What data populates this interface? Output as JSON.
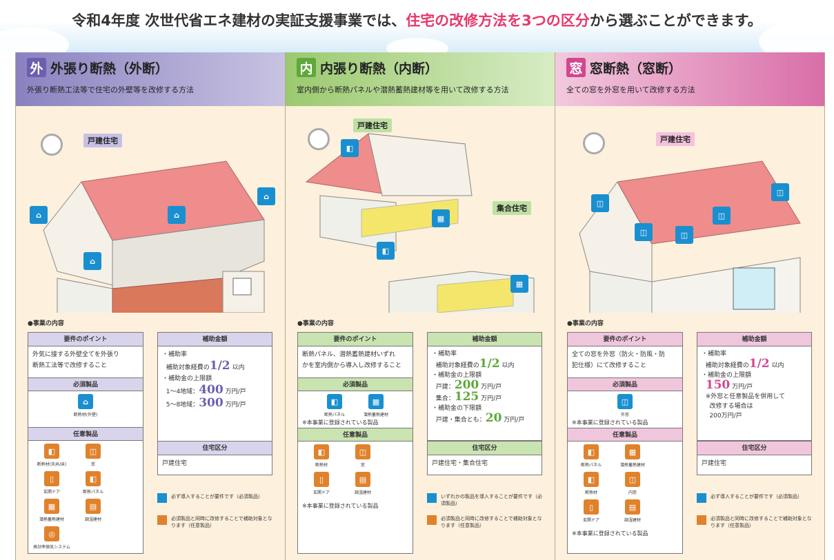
{
  "headline": {
    "pre": "令和4年度 次世代省エネ建材の実証支援事業では、",
    "hl": "住宅の改修方法を3つの区分",
    "post": "から選ぶことができます。"
  },
  "colors": {
    "blue": "#1a8fd0",
    "orange": "#e0822c",
    "purple": "#9a8fc7",
    "green": "#7fbb4c",
    "pink": "#d86aa3",
    "roof": "#ef8c8c"
  },
  "common": {
    "section": "●事業の内容",
    "req_head": "要件のポイント",
    "sub_head": "補助金額",
    "must_head": "必須製品",
    "opt_head": "任意製品",
    "type_head": "住宅区分",
    "rate": "・補助率",
    "rate_text": "補助対象経費の",
    "rate_val": "1/2",
    "rate_unit": "以内",
    "cap": "・補助金の上限額",
    "unit": "万円/戸",
    "registered": "※本事業に登録されている製品",
    "leg_blue": "必ず導入することが要件です（必須製品）",
    "leg_orange": "必須製品と同時に改修することで補助対象となります（任意製品）"
  },
  "outer": {
    "tag": "外",
    "title": "外張り断熱（外断）",
    "desc": "外張り断熱工法等で住宅の外壁等を改修する方法",
    "house": "戸建住宅",
    "req": [
      "外気に接する外壁全てを外張り",
      "断熱工法等で改修すること"
    ],
    "cap1_label": "1～4地域：",
    "cap1_val": "400",
    "cap2_label": "5～8地域：",
    "cap2_val": "300",
    "must": [
      {
        "icon": "house-insulation-icon",
        "label": "断熱材(外壁)"
      }
    ],
    "opt": [
      {
        "icon": "insulation-icon",
        "label": "断熱材(天井/床)"
      },
      {
        "icon": "window-icon",
        "label": "窓"
      },
      {
        "icon": "door-icon",
        "label": "玄関ドア"
      },
      {
        "icon": "panel-icon",
        "label": "断熱パネル"
      },
      {
        "icon": "heat-storage-icon",
        "label": "潜熱蓄熱建材"
      },
      {
        "icon": "humidity-icon",
        "label": "調湿建材"
      },
      {
        "icon": "ventilation-icon",
        "label": "高効率換気システム"
      }
    ],
    "type": "戸建住宅"
  },
  "inner": {
    "tag": "内",
    "title": "内張り断熱（内断）",
    "desc": "室内側から断熱パネルや潜熱蓄熱建材等を用いて改修する方法",
    "house1": "戸建住宅",
    "house2": "集合住宅",
    "req": [
      "断熱パネル、潜熱蓄熱建材いずれ",
      "かを室内側から導入し改修すること"
    ],
    "cap1_label": "戸建：",
    "cap1_val": "200",
    "cap2_label": "集合：",
    "cap2_val": "125",
    "cap3": "・補助金の下限額",
    "cap3_label": "戸建・集合とも：",
    "cap3_val": "20",
    "must": [
      {
        "icon": "panel-icon",
        "label": "断熱パネル"
      },
      {
        "icon": "heat-storage-icon",
        "label": "潜熱蓄熱建材"
      }
    ],
    "opt": [
      {
        "icon": "insulation-icon",
        "label": "断熱材"
      },
      {
        "icon": "window-icon",
        "label": "窓"
      },
      {
        "icon": "door-icon",
        "label": "玄関ドア"
      },
      {
        "icon": "humidity-icon",
        "label": "調湿建材"
      }
    ],
    "type": "戸建住宅・集合住宅",
    "leg_blue": "いずれかの製品を導入することが要件です（必須製品）"
  },
  "window": {
    "tag": "窓",
    "title": "窓断熱（窓断）",
    "desc": "全ての窓を外窓を用いて改修する方法",
    "house": "戸建住宅",
    "req": [
      "全ての窓を外窓（防火・防風・防",
      "犯仕様）にて改修すること"
    ],
    "cap1_val": "150",
    "note": [
      "※外窓と任意製品を併用して",
      "改修する場合は",
      "200万円/戸"
    ],
    "must": [
      {
        "icon": "window-icon",
        "label": "外窓"
      }
    ],
    "opt": [
      {
        "icon": "panel-icon",
        "label": "断熱パネル"
      },
      {
        "icon": "heat-storage-icon",
        "label": "潜熱蓄熱建材"
      },
      {
        "icon": "insulation-icon",
        "label": "断熱材"
      },
      {
        "icon": "window-icon",
        "label": "内窓"
      },
      {
        "icon": "door-icon",
        "label": "玄関ドア"
      },
      {
        "icon": "humidity-icon",
        "label": "調湿建材"
      }
    ],
    "type": "戸建住宅"
  }
}
